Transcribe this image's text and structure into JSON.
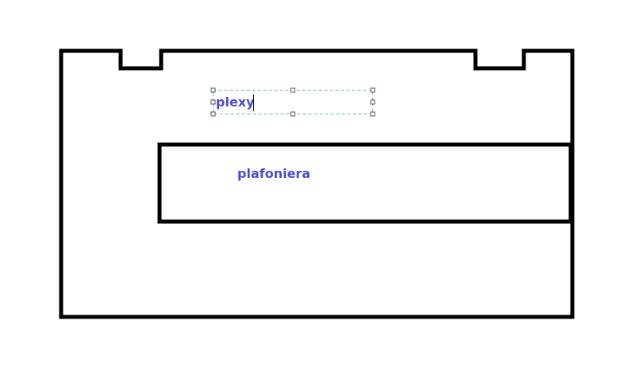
{
  "colors": {
    "outline": "#000000",
    "text": "#4a4fc4",
    "selection": "#6fa8dc",
    "handle": "#555555"
  },
  "textbox": {
    "text": "plexy",
    "state": "editing"
  },
  "inner_shape": {
    "label": "plafoniera"
  },
  "icons": {
    "handle": "resize-handle-icon",
    "caret": "text-caret-icon"
  }
}
